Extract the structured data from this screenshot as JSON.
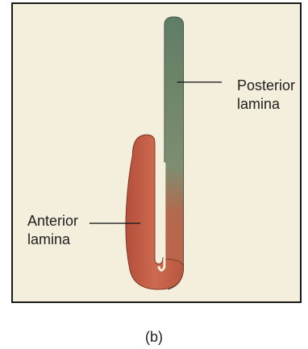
{
  "labels": {
    "posterior_line1": "Posterior",
    "posterior_line2": "lamina",
    "anterior_line1": "Anterior",
    "anterior_line2": "lamina"
  },
  "caption": "(b)",
  "colors": {
    "background": "#f4efdc",
    "border": "#1a1a1a",
    "posterior_lamina": "#6f8a6f",
    "anterior_lamina": "#c1604a",
    "leader_line": "#1e1e1e"
  }
}
